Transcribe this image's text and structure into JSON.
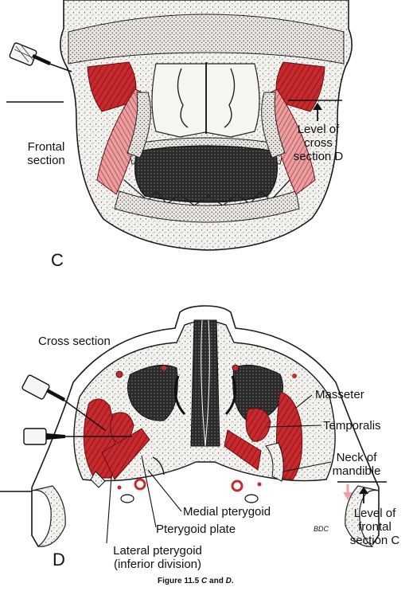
{
  "panel_c": {
    "letter": "C",
    "frontal_section": [
      "Frontal",
      "section"
    ],
    "level_label": [
      "Level of",
      "cross",
      "section D"
    ]
  },
  "panel_d": {
    "letter": "D",
    "cross_section": "Cross section",
    "labels": {
      "masseter": "Masseter",
      "temporalis": "Temporalis",
      "neck_of_mandible": [
        "Neck of",
        "mandible"
      ],
      "level_label": [
        "Level of",
        "frontal",
        "section C"
      ],
      "medial_pterygoid": "Medial pterygoid",
      "pterygoid_plate": "Pterygoid plate",
      "lateral_pterygoid": [
        "Lateral pterygoid",
        "(inferior division)"
      ],
      "signature": "BDC"
    }
  },
  "caption": {
    "prefix": "Figure 11.5 ",
    "c": "C",
    "and": " and ",
    "d": "D",
    "end": "."
  },
  "colors": {
    "muscle": "#c62a2f",
    "muscle_light": "#e7a0a2",
    "arrow_pink": "#f0a0a6",
    "bone_fill": "#f3f1ee",
    "ink": "#1a1a1a"
  }
}
